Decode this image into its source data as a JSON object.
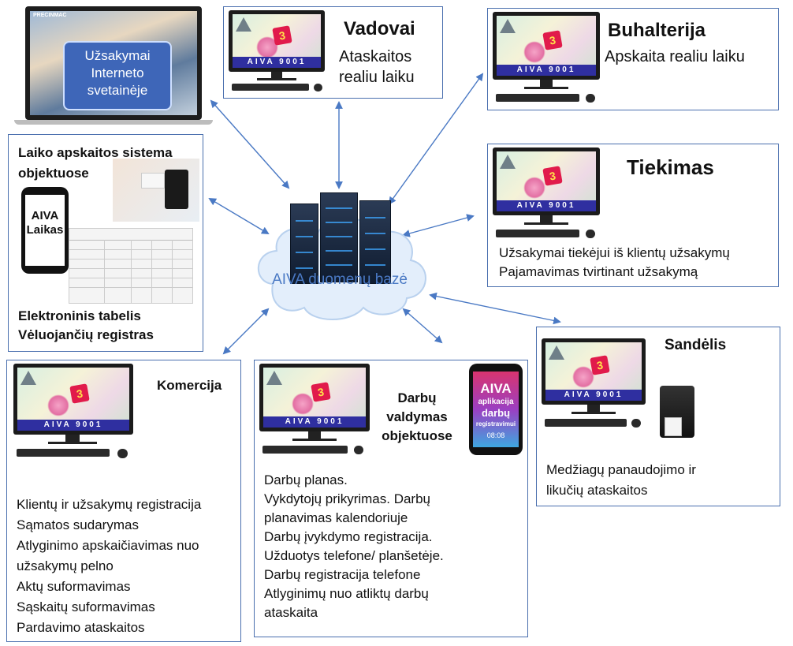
{
  "center": {
    "label": "AIVA duomenų bazė"
  },
  "web": {
    "title_lines": [
      "Užsakymai",
      "Interneto",
      "svetainėje"
    ],
    "site_brand": "PRECINMAC"
  },
  "vadovai": {
    "title": "Vadovai",
    "subtitle_lines": [
      "Ataskaitos",
      "realiu laiku"
    ]
  },
  "buhalterija": {
    "title": "Buhalterija",
    "subtitle": "Apskaita realiu laiku"
  },
  "tiekimas": {
    "title": "Tiekimas",
    "lines": [
      "Užsakymai tiekėjui iš klientų užsakymų",
      "Pajamavimas tvirtinant užsakymą"
    ]
  },
  "laikas": {
    "title_lines": [
      "Laiko apskaitos sistema",
      "objektuose"
    ],
    "phone_label_lines": [
      "AIVA",
      "Laikas"
    ],
    "bottom_lines": [
      "Elektroninis tabelis",
      "Vėluojančių registras"
    ]
  },
  "komercija": {
    "title": "Komercija",
    "lines": [
      "Klientų ir užsakymų registracija",
      "Sąmatos sudarymas",
      "Atlyginimo apskaičiavimas nuo",
      "užsakymų pelno",
      "Aktų suformavimas",
      "Sąskaitų suformavimas",
      "Pardavimo ataskaitos"
    ]
  },
  "darbai": {
    "title_lines": [
      "Darbų",
      "valdymas",
      "objektuose"
    ],
    "phone_lines": [
      "AIVA",
      "aplikacija",
      "darbų",
      "registravimui"
    ],
    "phone_time": "08:08",
    "lines": [
      "Darbų  planas.",
      " Vykdytojų prikyrimas. Darbų",
      "planavimas kalendoriuje",
      " Darbų įvykdymo registracija.",
      "Užduotys telefone/ planšetėje.",
      "Darbų registracija telefone",
      "Atlyginimų nuo atliktų darbų",
      "ataskaita"
    ]
  },
  "sandelis": {
    "title": "Sandėlis",
    "lines": [
      "Medžiagų panaudojimo ir",
      "likučių ataskaitos"
    ]
  },
  "monitor": {
    "brand": "AIVA 9001",
    "badge": "3"
  },
  "colors": {
    "border": "#4a6fae",
    "arrow": "#4a79c4",
    "cloud": "#e3eefb",
    "web_overlay": "#3e66b8"
  }
}
